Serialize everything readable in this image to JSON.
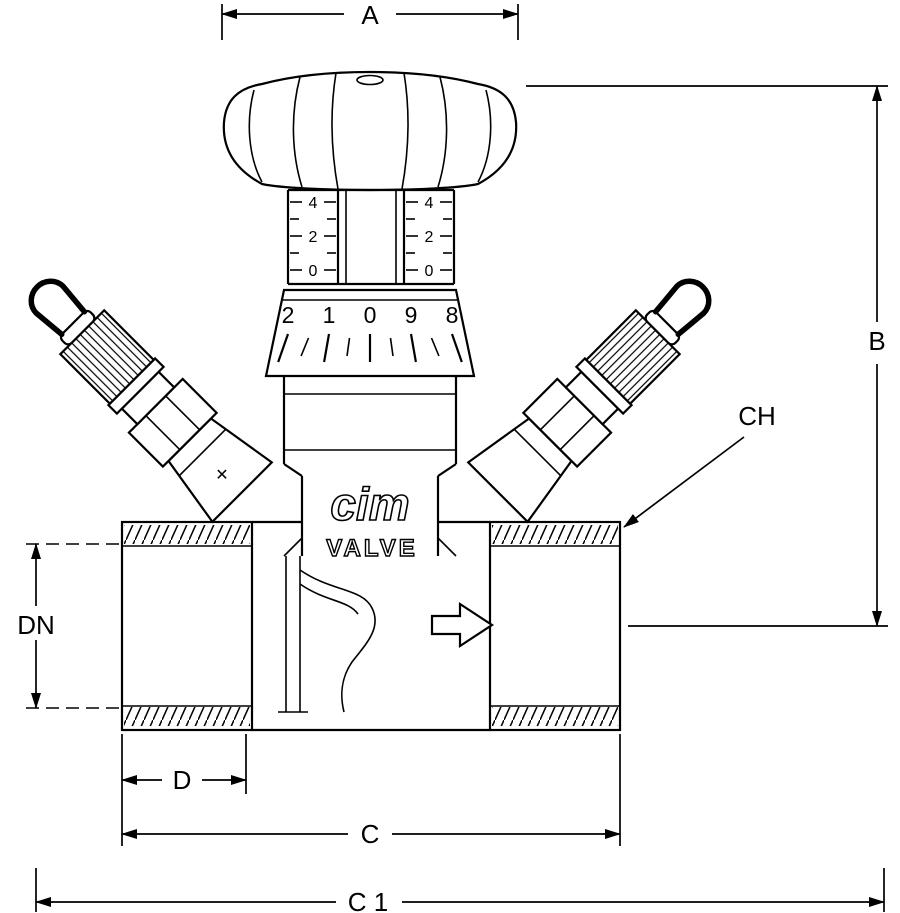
{
  "dimensions": {
    "a": "A",
    "b": "B",
    "c": "C",
    "c1": "C 1",
    "ch": "CH",
    "d": "D",
    "dn": "DN"
  },
  "brand": {
    "cim": "cim",
    "valve": "VALVE"
  },
  "stem_scale": {
    "values": [
      "4",
      "2",
      "0"
    ]
  },
  "dial": {
    "numbers": [
      "2",
      "1",
      "0",
      "9",
      "8"
    ]
  },
  "marks": {
    "boss_mark": "✕"
  },
  "colors": {
    "line": "#000000",
    "background": "#ffffff"
  }
}
